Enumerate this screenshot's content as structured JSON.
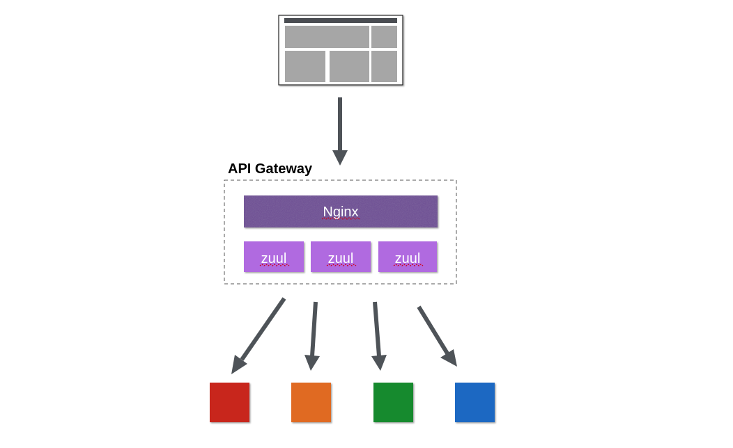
{
  "title": "API Gateway",
  "gateway": {
    "label": "API Gateway",
    "proxy": {
      "label": "Nginx",
      "color": "#6e4e95"
    },
    "instances": [
      {
        "label": "zuul",
        "color": "#b06be0"
      },
      {
        "label": "zuul",
        "color": "#b06be0"
      },
      {
        "label": "zuul",
        "color": "#b06be0"
      }
    ]
  },
  "client": {
    "icon": "web-page-layout-icon"
  },
  "services": [
    {
      "icon": "service-square",
      "color": "#c8281b"
    },
    {
      "icon": "service-square",
      "color": "#e06b24"
    },
    {
      "icon": "service-square",
      "color": "#148a2e"
    },
    {
      "icon": "service-square",
      "color": "#1c67c2"
    }
  ],
  "colors": {
    "arrow": "#4e5358",
    "dashed_border": "#555555"
  }
}
